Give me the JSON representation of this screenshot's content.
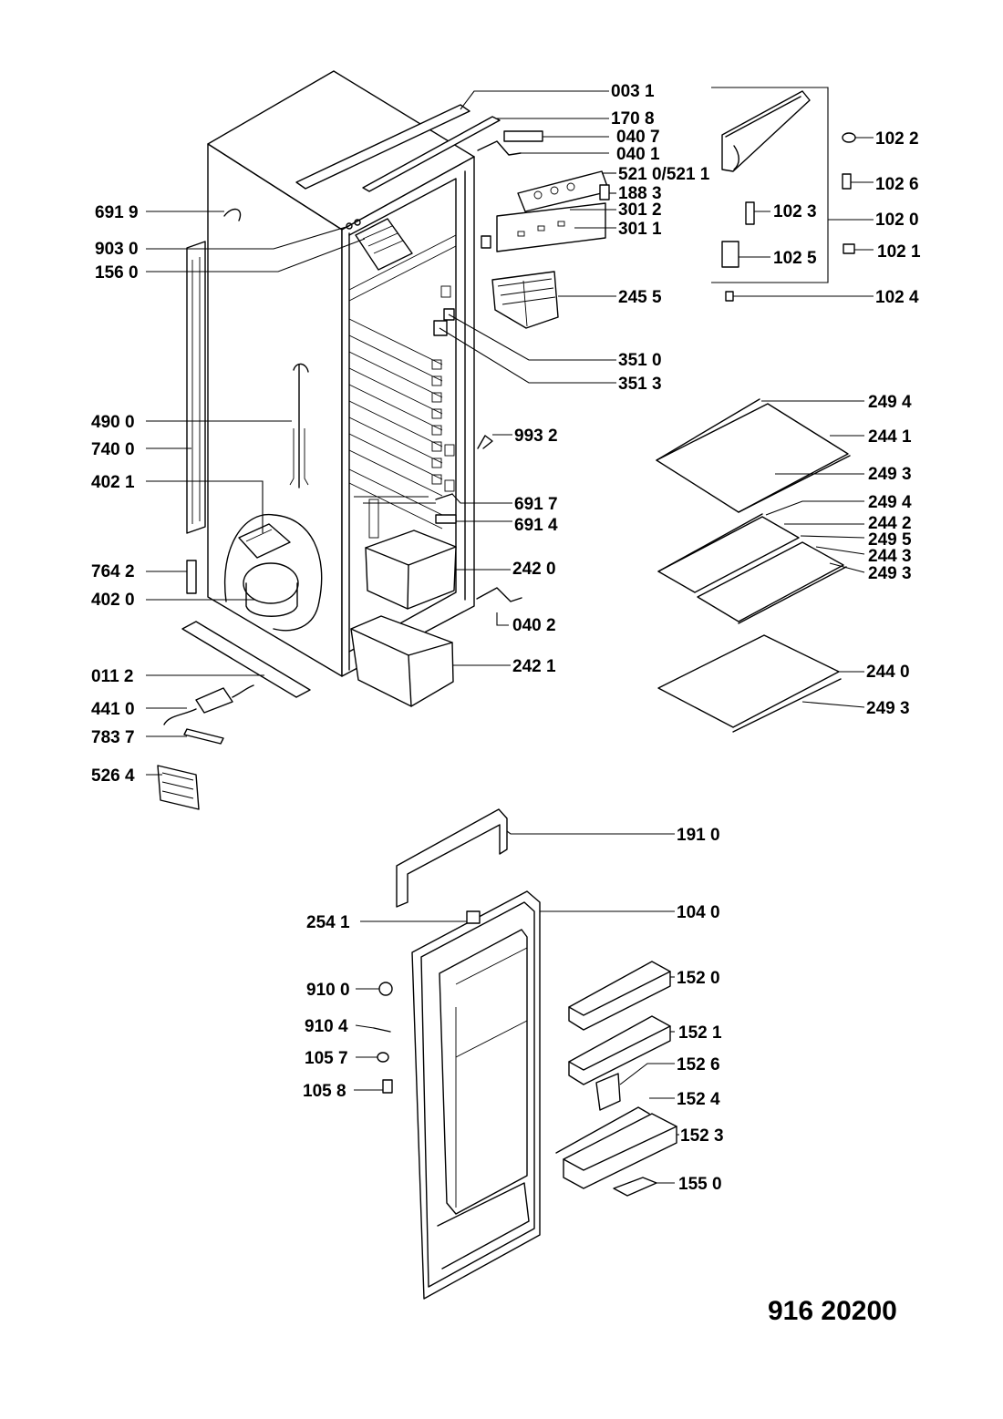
{
  "labels": {
    "l0031": "003 1",
    "l1708": "170 8",
    "l0407": "040 7",
    "l0401": "040 1",
    "l5210": "521 0/521 1",
    "l1883": "188 3",
    "l3012": "301 2",
    "l3011": "301 1",
    "l2455": "245 5",
    "l3510": "351 0",
    "l3513": "351 3",
    "l6919": "691 9",
    "l9030": "903 0",
    "l1560": "156 0",
    "l4900": "490 0",
    "l7400": "740 0",
    "l4021": "402 1",
    "l7642": "764 2",
    "l4020": "402 0",
    "l0112": "011 2",
    "l4410": "441 0",
    "l7837": "783 7",
    "l5264": "526 4",
    "l9932": "993 2",
    "l6917": "691 7",
    "l6914": "691 4",
    "l2420": "242 0",
    "l0402": "040 2",
    "l2421": "242 1",
    "l1022": "102 2",
    "l1026": "102 6",
    "l1023": "102 3",
    "l1020": "102 0",
    "l1021": "102 1",
    "l1025": "102 5",
    "l1024": "102 4",
    "l2494a": "249 4",
    "l2441": "244 1",
    "l2493a": "249 3",
    "l2494b": "249 4",
    "l2442": "244 2",
    "l2495": "249 5",
    "l2443": "244 3",
    "l2493b": "249 3",
    "l2440": "244 0",
    "l2493c": "249 3",
    "l1910": "191 0",
    "l2541": "254 1",
    "l1040": "104 0",
    "l9100": "910 0",
    "l9104": "910 4",
    "l1057": "105 7",
    "l1058": "105 8",
    "l1520": "152 0",
    "l1521": "152 1",
    "l1526": "152 6",
    "l1524": "152 4",
    "l1523": "152 3",
    "l1550": "155 0"
  },
  "document_number": "916 20200"
}
